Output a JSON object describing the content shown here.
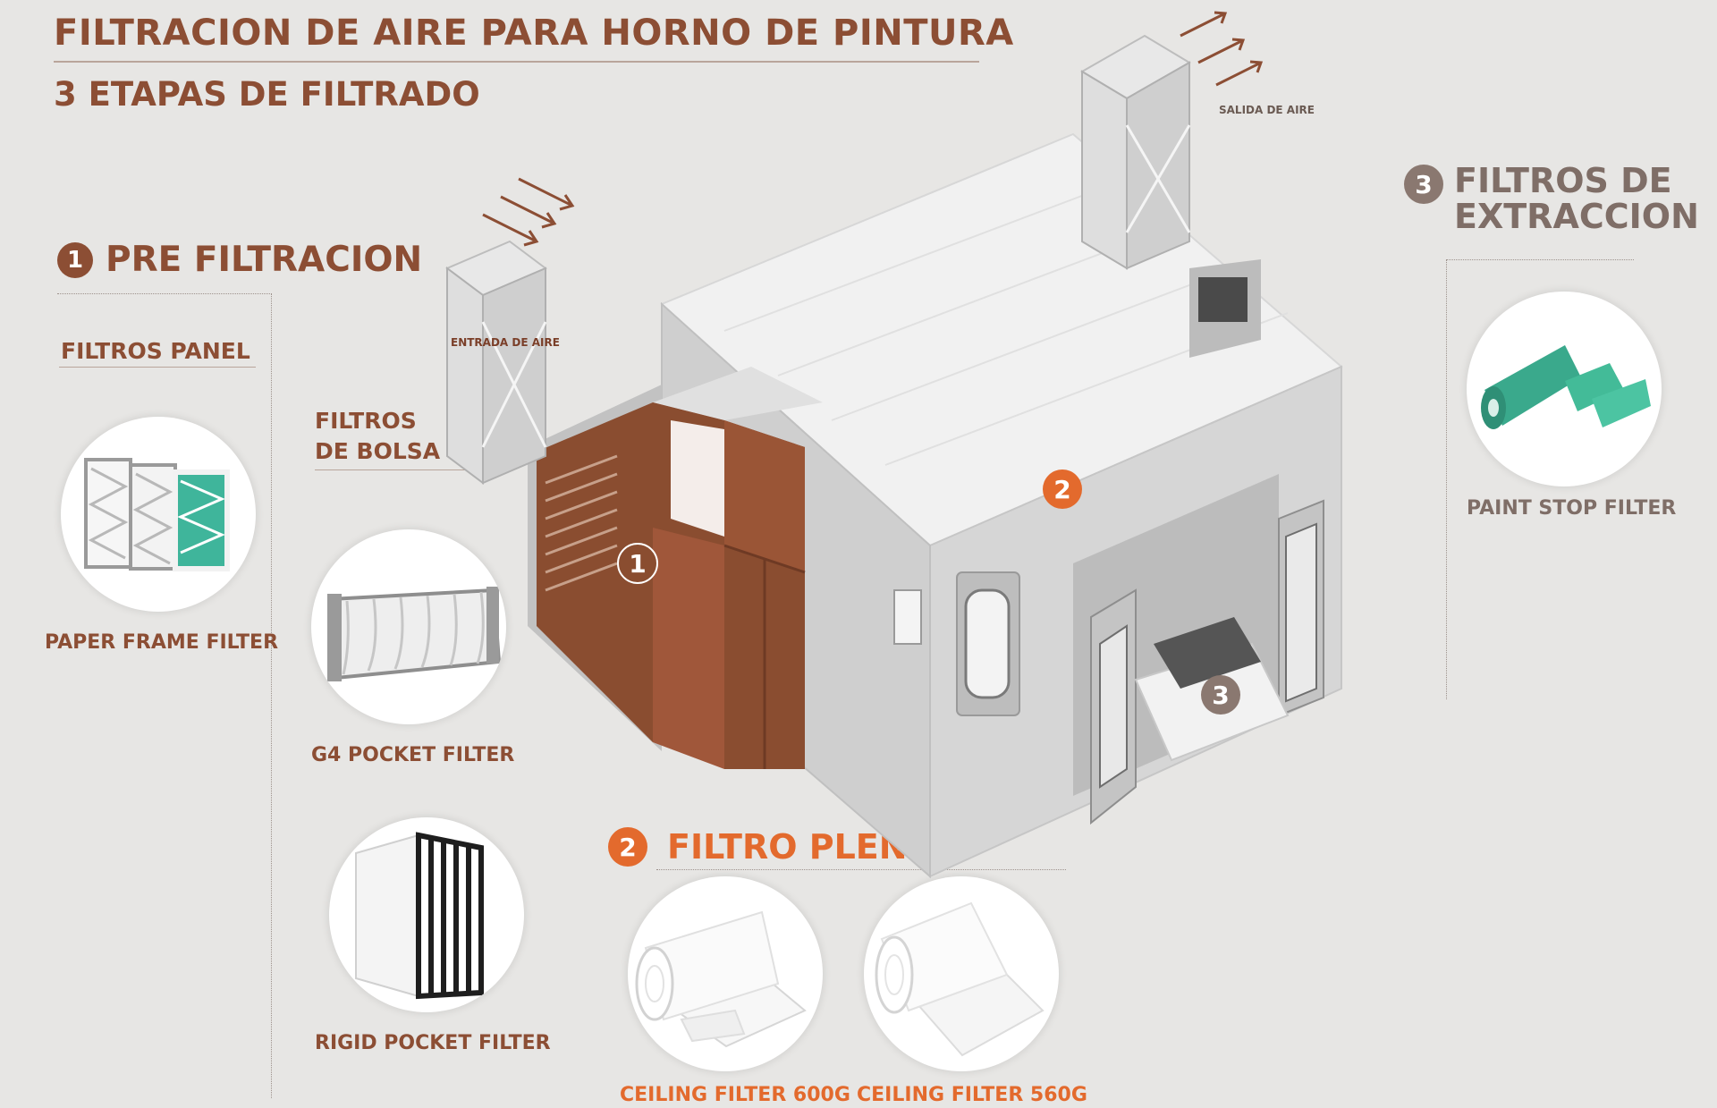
{
  "header": {
    "title": "FILTRACION DE AIRE PARA HORNO DE PINTURA",
    "subtitle": "3 ETAPAS DE FILTRADO"
  },
  "stage1": {
    "number": "1",
    "heading": "PRE FILTRACION",
    "panel_label": "FILTROS PANEL",
    "bag_label_line1": "FILTROS",
    "bag_label_line2": "DE BOLSA",
    "items": [
      {
        "caption": "PAPER FRAME FILTER",
        "icon": "paper-frame-filter-icon"
      },
      {
        "caption": "G4 POCKET FILTER",
        "icon": "g4-pocket-filter-icon"
      },
      {
        "caption": "RIGID POCKET FILTER",
        "icon": "rigid-pocket-filter-icon"
      }
    ]
  },
  "stage2": {
    "number": "2",
    "heading": "FILTRO PLENUM",
    "items": [
      {
        "caption": "CEILING FILTER 600G",
        "icon": "ceiling-filter-roll-icon"
      },
      {
        "caption": "CEILING FILTER 560G",
        "icon": "ceiling-filter-roll-icon"
      }
    ]
  },
  "stage3": {
    "number": "3",
    "heading_line1": "FILTROS DE",
    "heading_line2": "EXTRACCION",
    "items": [
      {
        "caption": "PAINT STOP FILTER",
        "icon": "paint-stop-filter-icon"
      }
    ]
  },
  "booth": {
    "air_in_label": "ENTRADA DE AIRE",
    "air_out_label": "SALIDA DE AIRE",
    "marker1": "1",
    "marker2": "2",
    "marker3": "3"
  },
  "colors": {
    "brown": "#8c4e34",
    "orange": "#e36a2d",
    "grey_badge": "#8a7870",
    "background": "#e7e6e4"
  }
}
